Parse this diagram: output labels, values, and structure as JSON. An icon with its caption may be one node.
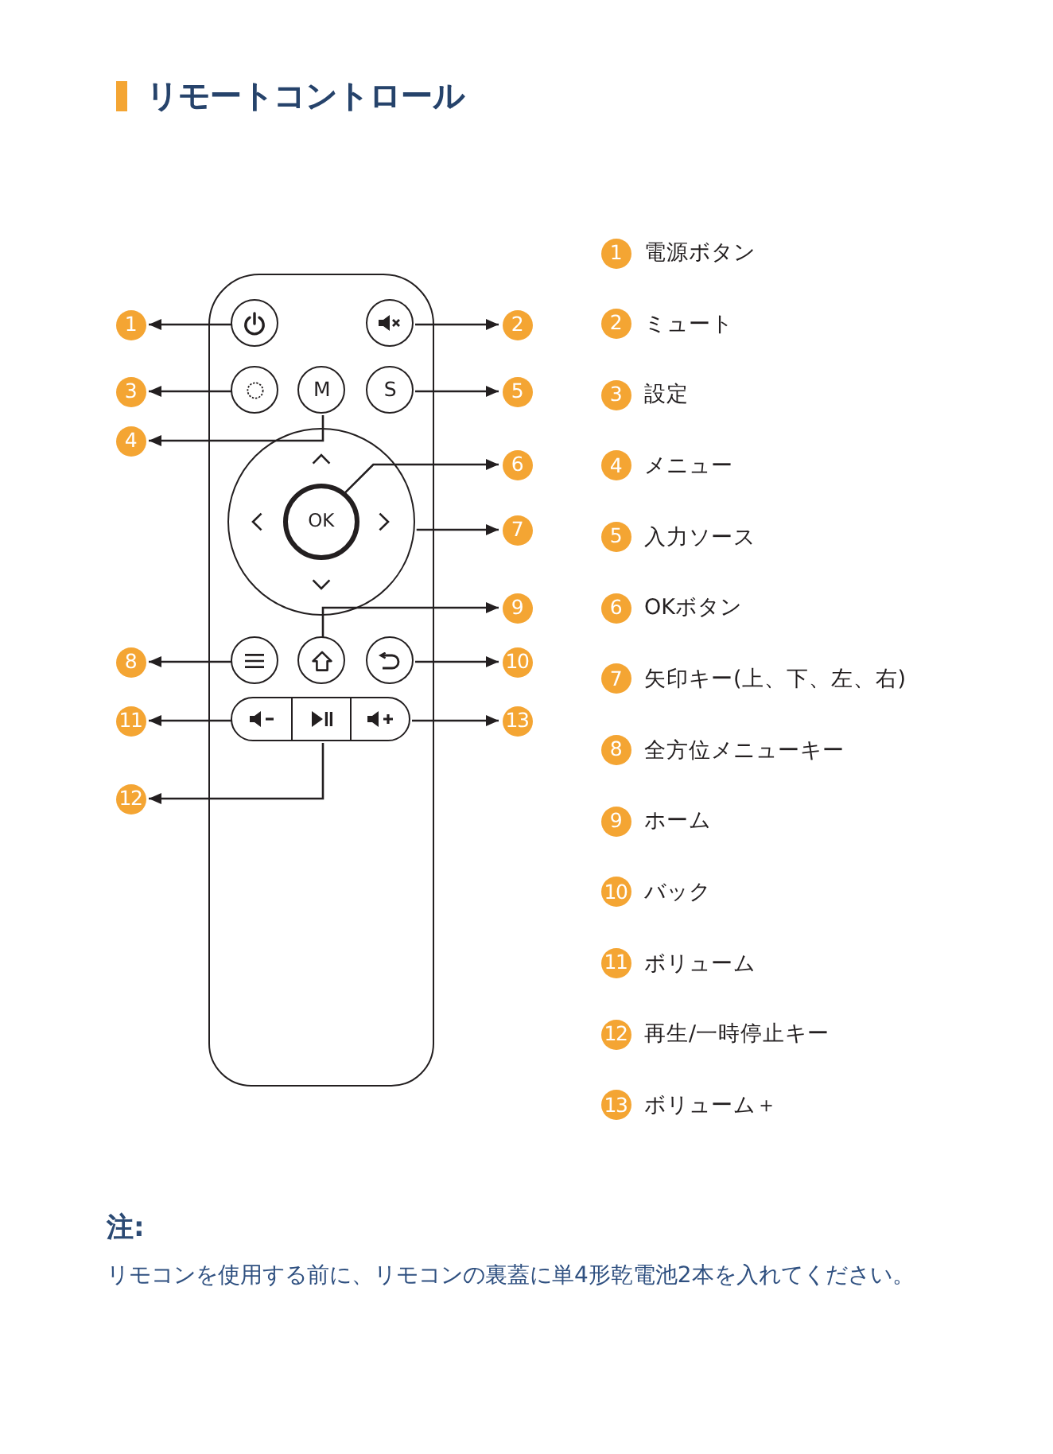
{
  "diagram": {
    "title": "リモートコントロール",
    "nodes": [
      {
        "text": [],
        "shape": "box"
      },
      {
        "text": [],
        "shape": "circle",
        "in": 0
      },
      {
        "text": [],
        "shape": "circle",
        "in": 0
      },
      {
        "text": [],
        "shape": "circle",
        "in": 0
      },
      {
        "text": [
          "M"
        ],
        "in": 0
      },
      {
        "text": [
          "S"
        ],
        "in": 0
      },
      {
        "text": [],
        "shape": "circle",
        "in": 0
      },
      {
        "text": [
          "OK"
        ],
        "in": 6
      },
      {
        "text": [],
        "shape": "circle",
        "in": 0
      },
      {
        "text": [],
        "shape": "circle",
        "in": 0
      },
      {
        "text": [],
        "shape": "circle",
        "in": 0
      },
      {
        "text": [],
        "shape": "box",
        "in": 0
      },
      {
        "text": [],
        "shape": "box",
        "in": 0
      },
      {
        "text": [],
        "shape": "box",
        "in": 0
      },
      {
        "text": [
          "1"
        ]
      },
      {
        "text": [
          "2"
        ]
      },
      {
        "text": [
          "3"
        ]
      },
      {
        "text": [
          "4"
        ]
      },
      {
        "text": [
          "5"
        ]
      },
      {
        "text": [
          "6"
        ]
      },
      {
        "text": [
          "7"
        ]
      },
      {
        "text": [
          "8"
        ]
      },
      {
        "text": [
          "9"
        ]
      },
      {
        "text": [
          "10"
        ]
      },
      {
        "text": [
          "11"
        ]
      },
      {
        "text": [
          "12"
        ]
      },
      {
        "text": [
          "13"
        ]
      },
      {
        "text": [
          "1"
        ],
        "beside": [
          "電源ボタン"
        ]
      },
      {
        "text": [
          "2"
        ],
        "beside": [
          "ミュート"
        ]
      },
      {
        "text": [
          "3"
        ],
        "beside": [
          "設定"
        ]
      },
      {
        "text": [
          "4"
        ],
        "beside": [
          "メニュー"
        ]
      },
      {
        "text": [
          "5"
        ],
        "beside": [
          "入力ソース"
        ]
      },
      {
        "text": [
          "6"
        ],
        "beside": [
          "OKボタン"
        ]
      },
      {
        "text": [
          "7"
        ],
        "beside": [
          "矢印キー(上、下、左、右)"
        ]
      },
      {
        "text": [
          "8"
        ],
        "beside": [
          "全方位メニューキー"
        ]
      },
      {
        "text": [
          "9"
        ],
        "beside": [
          "ホーム"
        ]
      },
      {
        "text": [
          "10"
        ],
        "beside": [
          "バック"
        ]
      },
      {
        "text": [
          "11"
        ],
        "beside": [
          "ボリューム"
        ]
      },
      {
        "text": [
          "12"
        ],
        "beside": [
          "再生/一時停止キー"
        ]
      },
      {
        "text": [
          "13"
        ],
        "beside": [
          "ボリューム＋"
        ]
      }
    ],
    "edges": [
      {
        "from": 1,
        "to": 14,
        "arrow": "to"
      },
      {
        "from": 2,
        "to": 15,
        "arrow": "to"
      },
      {
        "from": 3,
        "to": 16,
        "arrow": "to"
      },
      {
        "from": 4,
        "to": 17,
        "arrow": "to"
      },
      {
        "from": 5,
        "to": 18,
        "arrow": "to"
      },
      {
        "from": 7,
        "to": 19,
        "arrow": "to"
      },
      {
        "from": 6,
        "to": 20,
        "arrow": "to"
      },
      {
        "from": 8,
        "to": 21,
        "arrow": "to"
      },
      {
        "from": 9,
        "to": 22,
        "arrow": "to"
      },
      {
        "from": 10,
        "to": 23,
        "arrow": "to"
      },
      {
        "from": 11,
        "to": 24,
        "arrow": "to"
      },
      {
        "from": 12,
        "to": 25,
        "arrow": "to"
      },
      {
        "from": 13,
        "to": 26,
        "arrow": "to"
      }
    ],
    "labels": [
      "注:",
      "リモコンを使用する前に、リモコンの裏蓋に単4形乾電池2本を入れてください。"
    ]
  }
}
